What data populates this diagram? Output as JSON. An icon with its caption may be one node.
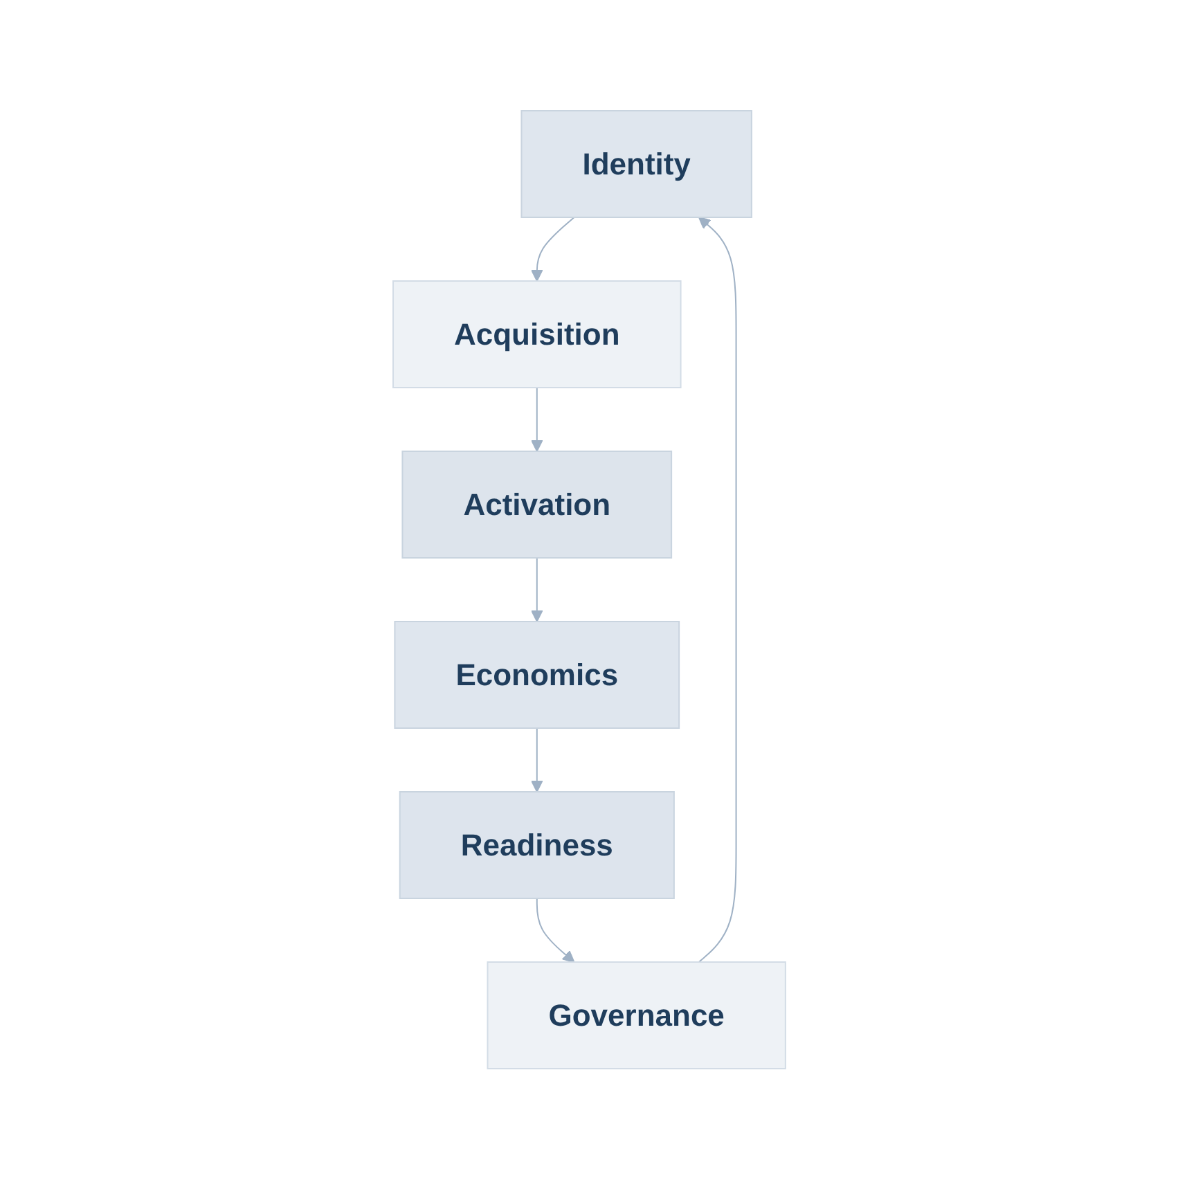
{
  "diagram": {
    "nodes": [
      {
        "text": [
          "Identity"
        ]
      },
      {
        "text": [
          "Acquisition"
        ]
      },
      {
        "text": [
          "Activation"
        ]
      },
      {
        "text": [
          "Economics"
        ]
      },
      {
        "text": [
          "Readiness"
        ]
      },
      {
        "text": [
          "Governance"
        ]
      }
    ],
    "edges": [
      {
        "from": 0,
        "to": 1,
        "arrow": "to"
      },
      {
        "from": 1,
        "to": 2,
        "arrow": "to"
      },
      {
        "from": 2,
        "to": 3,
        "arrow": "to"
      },
      {
        "from": 3,
        "to": 4,
        "arrow": "to"
      },
      {
        "from": 4,
        "to": 5,
        "arrow": "to"
      },
      {
        "from": 5,
        "to": 0,
        "arrow": "to"
      }
    ]
  }
}
